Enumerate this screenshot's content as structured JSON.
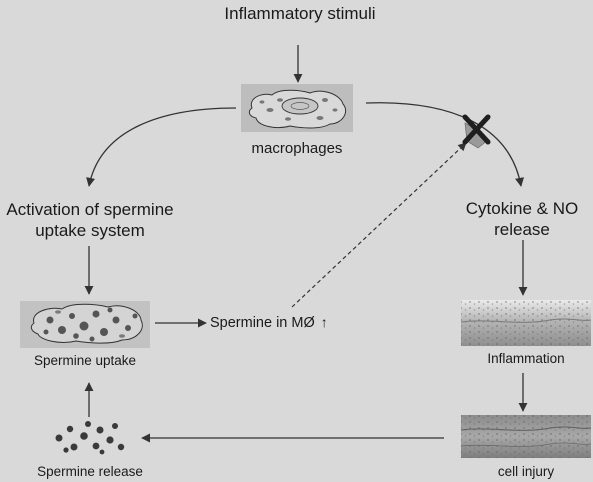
{
  "nodes": {
    "stimuli": "Inflammatory stimuli",
    "macrophages": "macrophages",
    "activation": "Activation of spermine uptake system",
    "cytokine": "Cytokine & NO release",
    "spermine_in_mo": "Spermine in MØ",
    "spermine_uptake": "Spermine uptake",
    "inflammation": "Inflammation",
    "cell_injury": "cell injury",
    "spermine_release": "Spermine release"
  },
  "icons": {
    "up_arrow": "up-arrow-icon",
    "block": "block-x-icon"
  }
}
